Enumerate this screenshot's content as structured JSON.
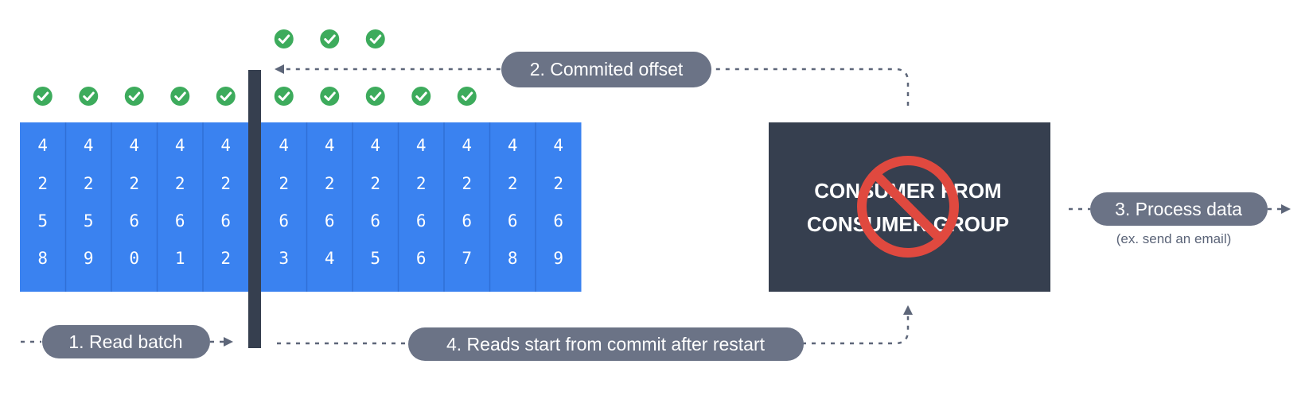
{
  "colors": {
    "cell_blue": "#3a82f0",
    "cell_divider": "#2f6fd6",
    "check_green": "#3dab5c",
    "pill_gray": "#6b7386",
    "consumer_bg": "#363f4f",
    "no_sign_red": "#e0493f",
    "commit_bar": "#363f4f",
    "dash_gray": "#5d6679"
  },
  "offsets": [
    [
      "4",
      "2",
      "5",
      "8"
    ],
    [
      "4",
      "2",
      "5",
      "9"
    ],
    [
      "4",
      "2",
      "6",
      "0"
    ],
    [
      "4",
      "2",
      "6",
      "1"
    ],
    [
      "4",
      "2",
      "6",
      "2"
    ],
    [
      "4",
      "2",
      "6",
      "3"
    ],
    [
      "4",
      "2",
      "6",
      "4"
    ],
    [
      "4",
      "2",
      "6",
      "5"
    ],
    [
      "4",
      "2",
      "6",
      "6"
    ],
    [
      "4",
      "2",
      "6",
      "7"
    ],
    [
      "4",
      "2",
      "6",
      "8"
    ],
    [
      "4",
      "2",
      "6",
      "9"
    ]
  ],
  "checkmarks": {
    "processed_before_commit": 5,
    "processed_after_commit": 5,
    "reprocessed_top_row": 3,
    "icon": "check-circle-icon"
  },
  "consumer": {
    "line1": "CONSUMER FROM",
    "line2": "CONSUMER GROUP",
    "status_icon": "no-sign-icon"
  },
  "steps": {
    "read_batch": "1. Read batch",
    "committed_offset": "2. Commited offset",
    "process_data": "3. Process data",
    "process_note": "(ex. send an email)",
    "restart_reads": "4. Reads start from commit after restart"
  }
}
